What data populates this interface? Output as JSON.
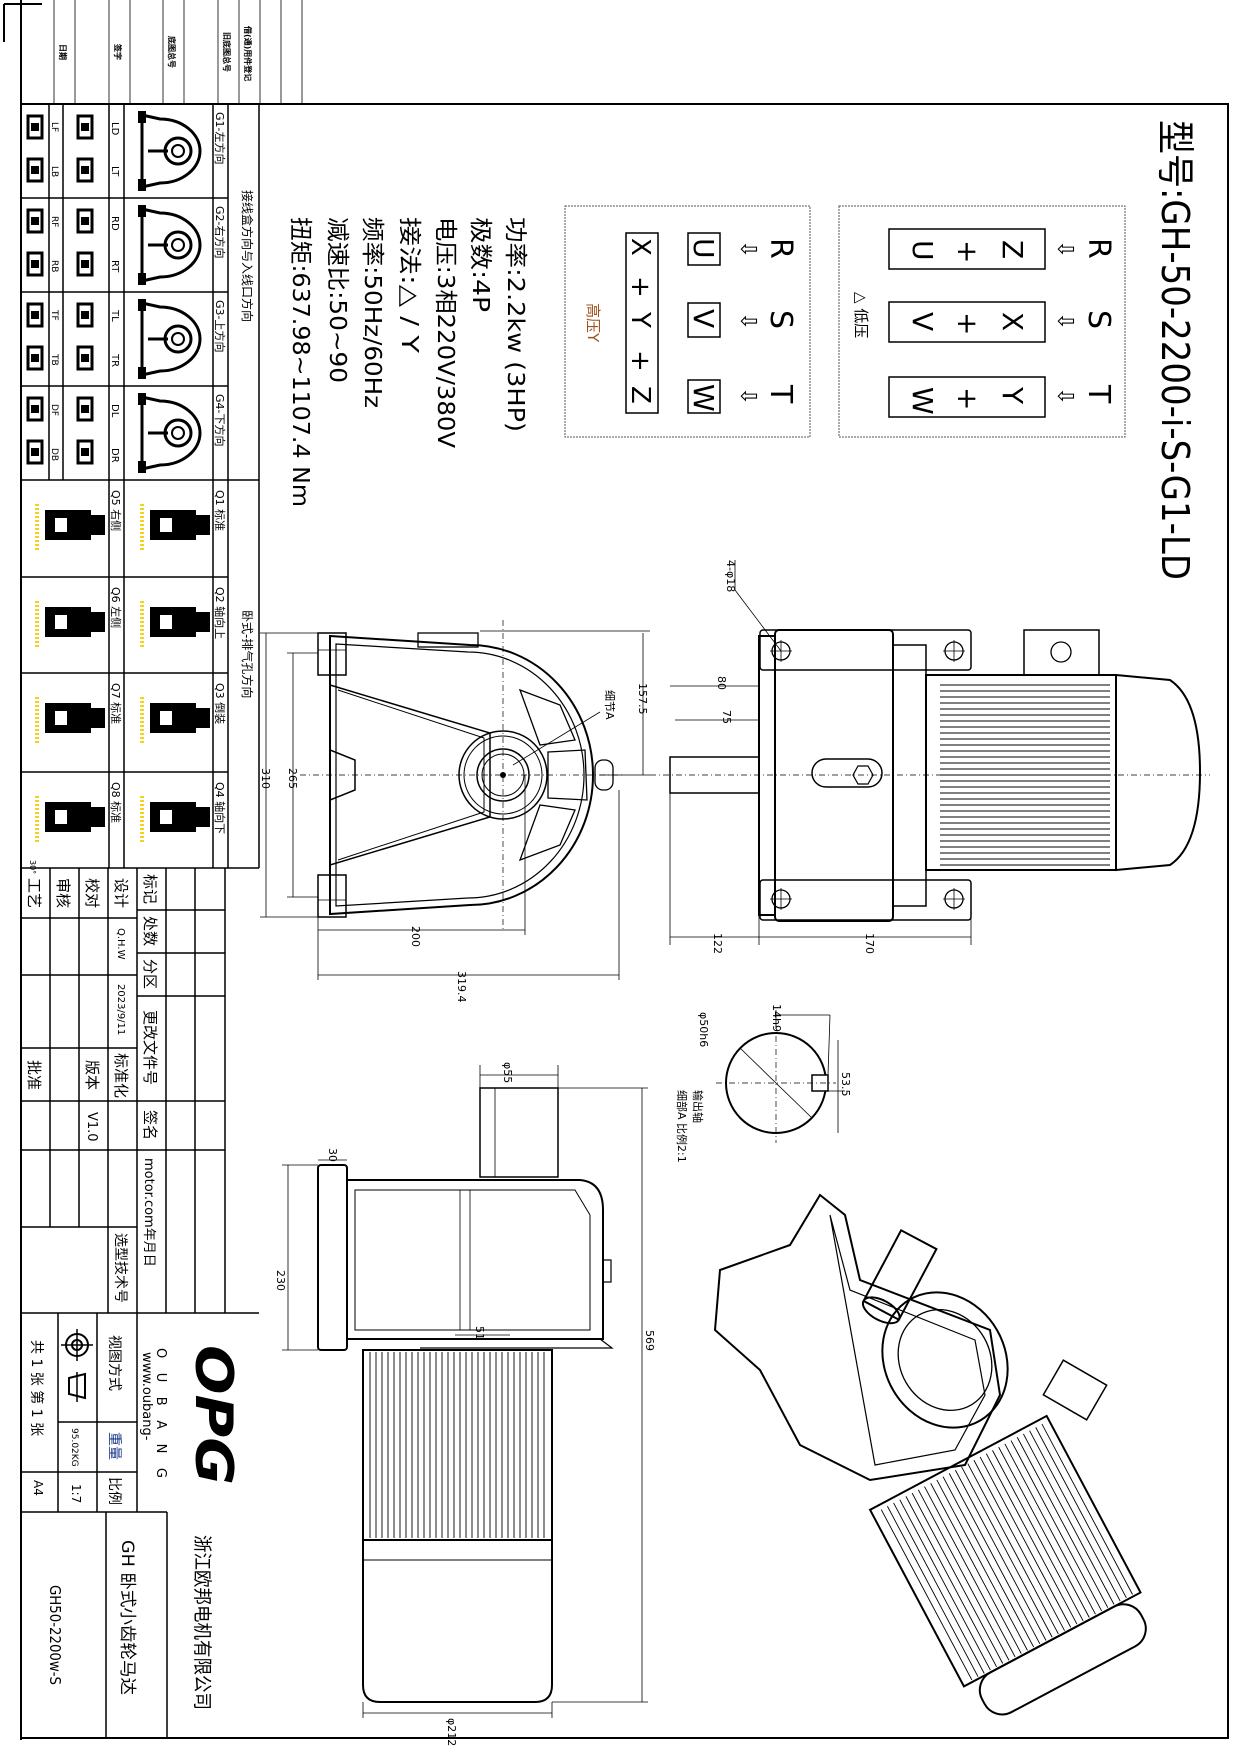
{
  "model_title": "型号:GH-50-2200-i-S-G1-LD",
  "specs": [
    "功率:2.2kw (3HP)",
    "极数:4P",
    "电压:3相220V/380V",
    "接法:△ / Y",
    "频率:50Hz/60Hz",
    "减速比:50~90",
    "扭矩:637.98~1107.4 Nm"
  ],
  "wiring": {
    "phases": [
      "R",
      "S",
      "T"
    ],
    "arrow": "⇩",
    "low": {
      "label": "△ 低压",
      "groups": [
        [
          "Z",
          "+",
          "U"
        ],
        [
          "X",
          "+",
          "V"
        ],
        [
          "Y",
          "+",
          "W"
        ]
      ]
    },
    "high": {
      "label": "高压Y",
      "terminals": [
        "U",
        "V",
        "W"
      ],
      "star": [
        "X",
        "+",
        "Y",
        "+",
        "Z"
      ]
    }
  },
  "mounting": {
    "junction_title": "接线盒方向与入线口方向",
    "horizontal_title": "卧式-排气孔方向",
    "g_rows": [
      {
        "label": "G1-左方向",
        "codes": [
          "LD",
          "LT"
        ],
        "codes2": [
          "LF",
          "LB"
        ]
      },
      {
        "label": "G2-右方向",
        "codes": [
          "RD",
          "RT"
        ],
        "codes2": [
          "RF",
          "RB"
        ]
      },
      {
        "label": "G3-上方向",
        "codes": [
          "TL",
          "TR"
        ],
        "codes2": [
          "TF",
          "TB"
        ]
      },
      {
        "label": "G4-下方向",
        "codes": [
          "DL",
          "DR"
        ],
        "codes2": [
          "DF",
          "DB"
        ]
      }
    ],
    "q_rows": [
      {
        "label": "Q1 标准",
        "label2": "Q5 右侧"
      },
      {
        "label": "Q2 轴向上",
        "label2": "Q6 左侧"
      },
      {
        "label": "Q3 倒装",
        "label2": "Q7 标准"
      },
      {
        "label": "Q4 轴向下",
        "label2": "Q8 标准"
      }
    ],
    "angle": "30°"
  },
  "dims": {
    "d310": "310",
    "d265": "265",
    "d200": "200",
    "d319": "319.4",
    "d157": "157.5",
    "detailA": "细节A",
    "d80": "80",
    "d75": "75",
    "d122": "122",
    "d170": "170",
    "holes": "4-φ18",
    "d14": "14h9",
    "d50": "φ50h6",
    "d53": "53.5",
    "shaft_label": "输出轴",
    "detail_scale": "细部A 比例2:1",
    "d55": "φ55",
    "d30": "30",
    "d230": "230",
    "d51": "51",
    "d569": "569",
    "d212": "φ212"
  },
  "top_strip": [
    "日期",
    "签字",
    "底图总号",
    "旧底图总号",
    "借(通)用件登记"
  ],
  "title_block": {
    "process": "工艺",
    "review": "审核",
    "check": "校对",
    "design": "设计",
    "mark": "标记",
    "count": "处数",
    "zone": "分区",
    "change_doc": "更改文件号",
    "sign": "签名",
    "designer": "Q.H.W",
    "date": "2023/9/11",
    "standard": "标准化",
    "approve": "批准",
    "version_label": "版本",
    "version": "V1.0",
    "ymd": "motor.com年月日",
    "selection_no": "选型技术号",
    "view_method": "视图方式",
    "weight_label": "重量",
    "weight": "95.02KG",
    "scale_label": "比例",
    "scale": "1:7",
    "sheets": "共 1 张 第 1 张",
    "paper": "A4",
    "logo": "OPG",
    "brand": "O U B A N G",
    "website": "www.oubang-",
    "company": "浙江欧邦电机有限公司",
    "product": "GH 卧式小齿轮马达",
    "drawing_no": "GH50-2200w-S"
  },
  "colors": {
    "line": "#000000",
    "hatch": "#f2d21b",
    "label_underline": "#c8861a"
  }
}
